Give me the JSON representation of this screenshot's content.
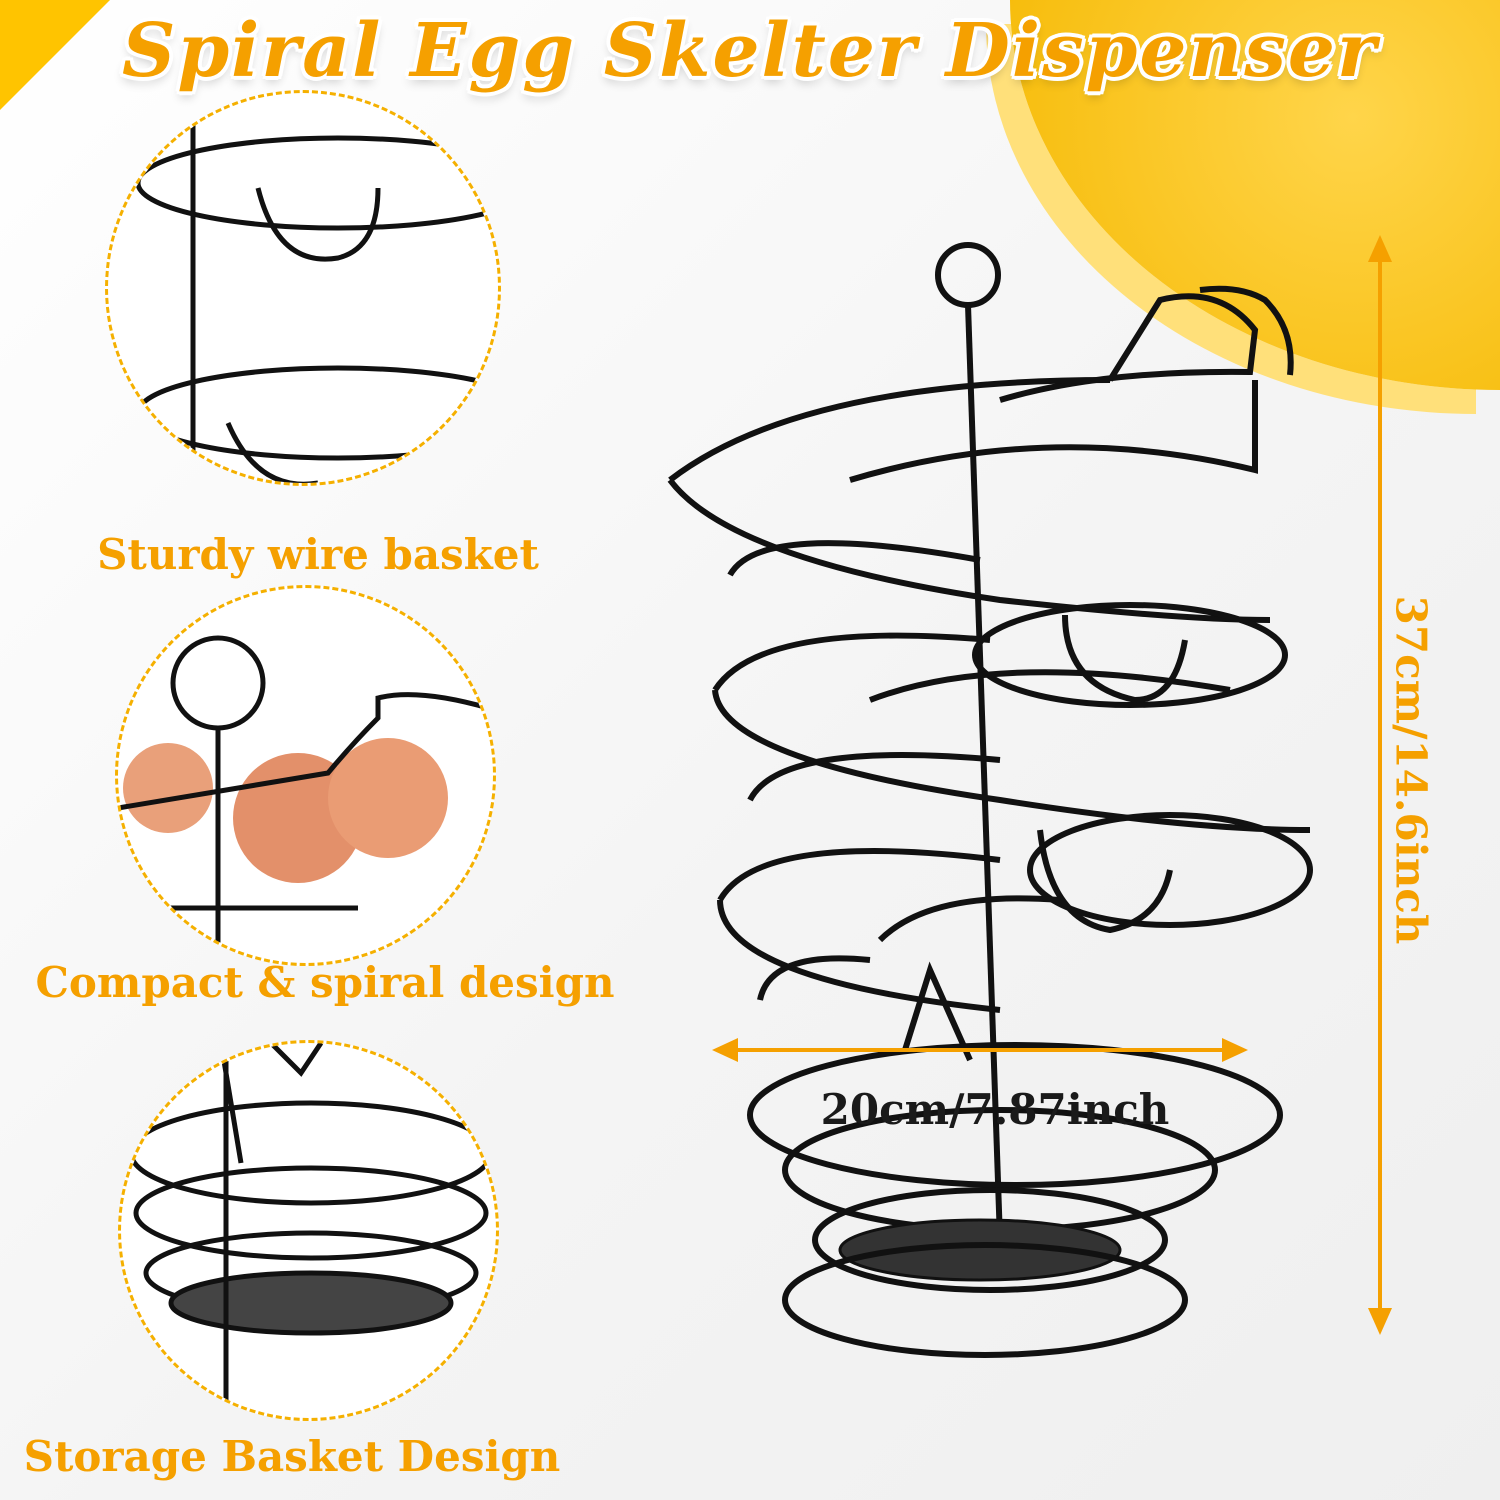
{
  "title": "Spiral Egg Skelter Dispenser",
  "features": [
    {
      "label": "Sturdy wire basket"
    },
    {
      "label": "Compact & spiral design"
    },
    {
      "label": "Storage Basket Design"
    }
  ],
  "dimensions": {
    "height": "37cm/14.6inch",
    "width": "20cm/7.87inch"
  },
  "colors": {
    "accent": "#f5a000",
    "wire": "#111111"
  }
}
